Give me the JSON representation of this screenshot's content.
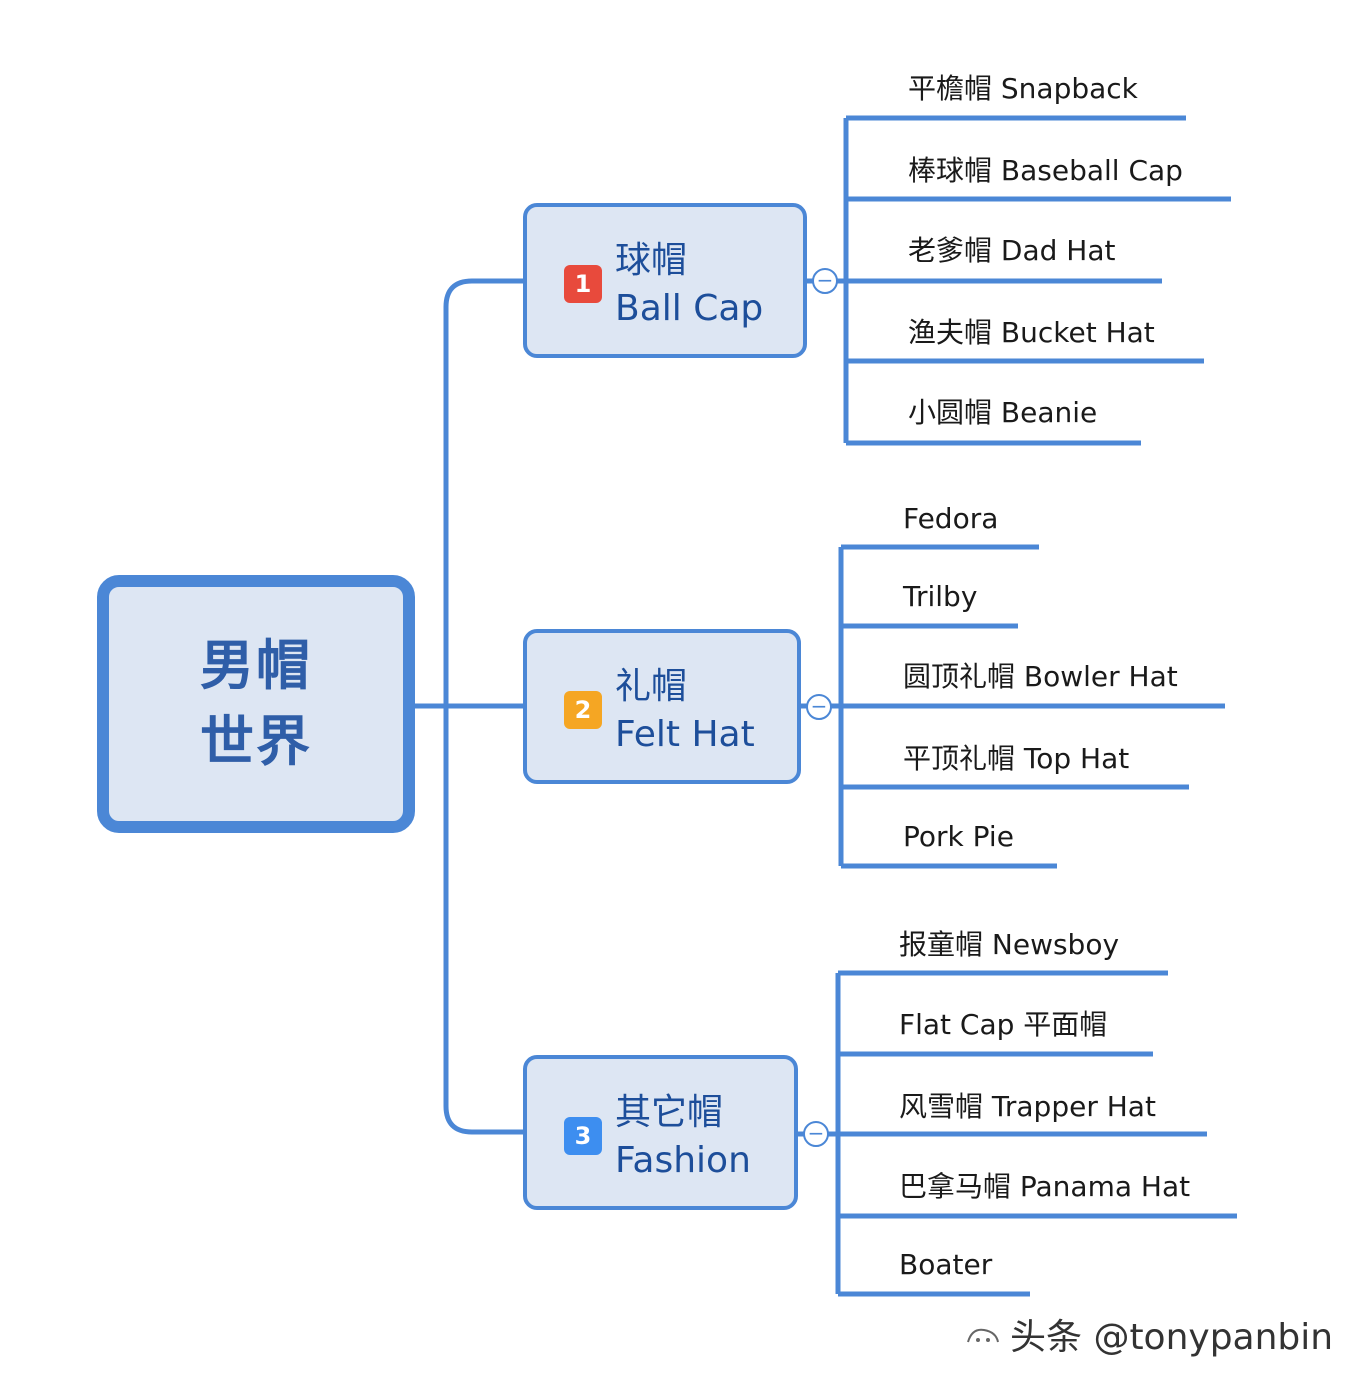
{
  "root": {
    "line1": "男帽",
    "line2": "世界"
  },
  "branches": [
    {
      "badge": "1",
      "badge_color": "#e84a3c",
      "title_cn": "球帽",
      "title_en": "Ball Cap",
      "items": [
        "平檐帽 Snapback",
        "棒球帽 Baseball Cap",
        "老爹帽 Dad Hat",
        "渔夫帽 Bucket Hat",
        "小圆帽 Beanie"
      ]
    },
    {
      "badge": "2",
      "badge_color": "#f5a623",
      "title_cn": "礼帽",
      "title_en": "Felt Hat",
      "items": [
        "Fedora",
        "Trilby",
        "圆顶礼帽 Bowler Hat",
        "平顶礼帽 Top Hat",
        "Pork Pie"
      ]
    },
    {
      "badge": "3",
      "badge_color": "#3d8ef0",
      "title_cn": "其它帽",
      "title_en": "Fashion",
      "items": [
        "报童帽 Newsboy",
        "Flat Cap 平面帽",
        "风雪帽 Trapper Hat",
        "巴拿马帽 Panama Hat",
        "Boater"
      ]
    }
  ],
  "collapse_symbol": "−",
  "watermark": "头条 @tonypanbin",
  "colors": {
    "line": "#4b87d6",
    "node_fill": "#dde6f3",
    "node_text": "#1d4e9a"
  }
}
